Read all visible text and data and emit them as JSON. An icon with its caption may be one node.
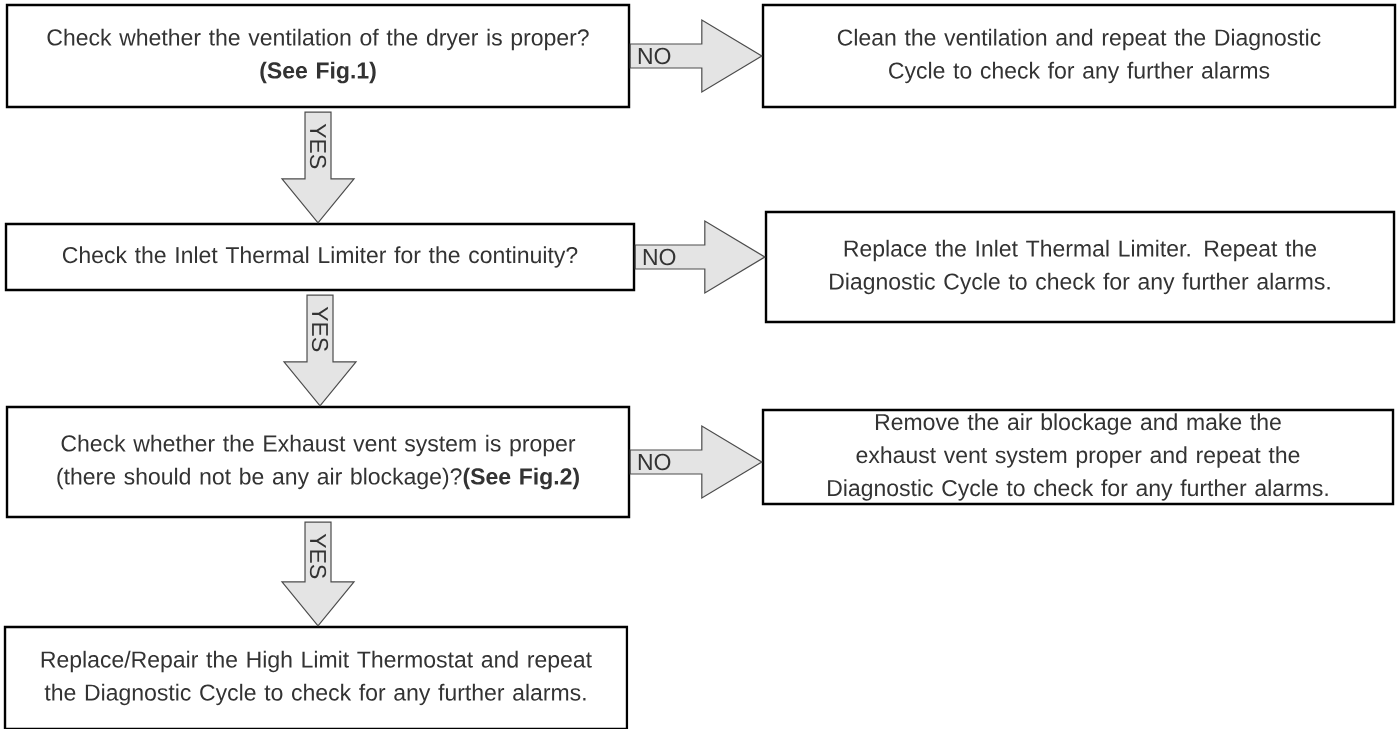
{
  "diagram": {
    "nodes": [
      {
        "text": [
          "Check whether the ventilation of the dryer is proper?",
          "(See Fig.1)"
        ]
      },
      {
        "text": [
          "Clean the ventilation and repeat the Diagnostic Cycle to check for any further alarms"
        ]
      },
      {
        "text": [
          "Check the Inlet Thermal Limiter for the continuity?"
        ]
      },
      {
        "text": [
          "Replace the Inlet Thermal Limiter. Repeat the Diagnostic Cycle to check for any further alarms."
        ]
      },
      {
        "text": [
          "Check whether the Exhaust vent system is proper (there should not be any air blockage)?**(See Fig.2)**"
        ]
      },
      {
        "text": [
          "Remove the air blockage and make the exhaust vent system proper and repeat the Diagnostic Cycle to check for any further alarms."
        ]
      },
      {
        "text": [
          "Replace/Repair the High Limit Thermostat and repeat the Diagnostic Cycle to check for any further alarms."
        ]
      }
    ],
    "edges": [
      {
        "from": 0,
        "to": 1,
        "arrow": "to",
        "label": "NO"
      },
      {
        "from": 0,
        "to": 2,
        "arrow": "to",
        "label": "YES"
      },
      {
        "from": 2,
        "to": 3,
        "arrow": "to",
        "label": "NO"
      },
      {
        "from": 2,
        "to": 4,
        "arrow": "to",
        "label": "YES"
      },
      {
        "from": 4,
        "to": 5,
        "arrow": "to",
        "label": "NO"
      },
      {
        "from": 4,
        "to": 6,
        "arrow": "to",
        "label": "YES"
      }
    ]
  }
}
